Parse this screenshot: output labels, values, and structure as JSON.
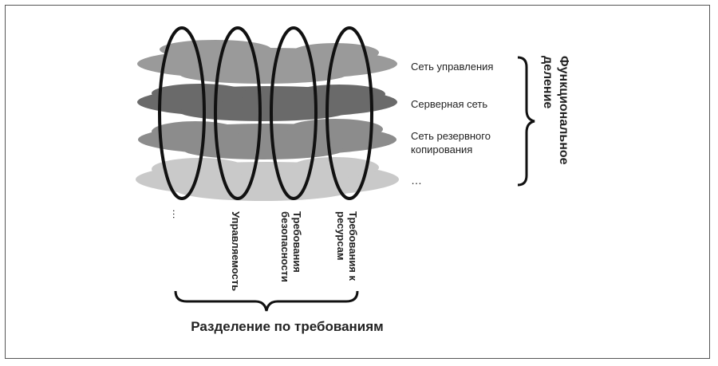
{
  "layers": {
    "management": "Сеть управления",
    "server": "Серверная сеть",
    "backup": "Сеть резервного копирования",
    "more": "…"
  },
  "functional": {
    "title": "Функциональное деление"
  },
  "requirements": {
    "title": "Разделение по требованиям",
    "more": "…",
    "manageability": "Управляемость",
    "security": "Требования безопасности",
    "resources": "Требования к ресурсам"
  },
  "colors": {
    "layer1": "#9c9c9c",
    "layer2": "#6e6e6e",
    "layer3": "#8a8a8a",
    "layer4": "#c8c8c8",
    "ring": "#111111"
  }
}
